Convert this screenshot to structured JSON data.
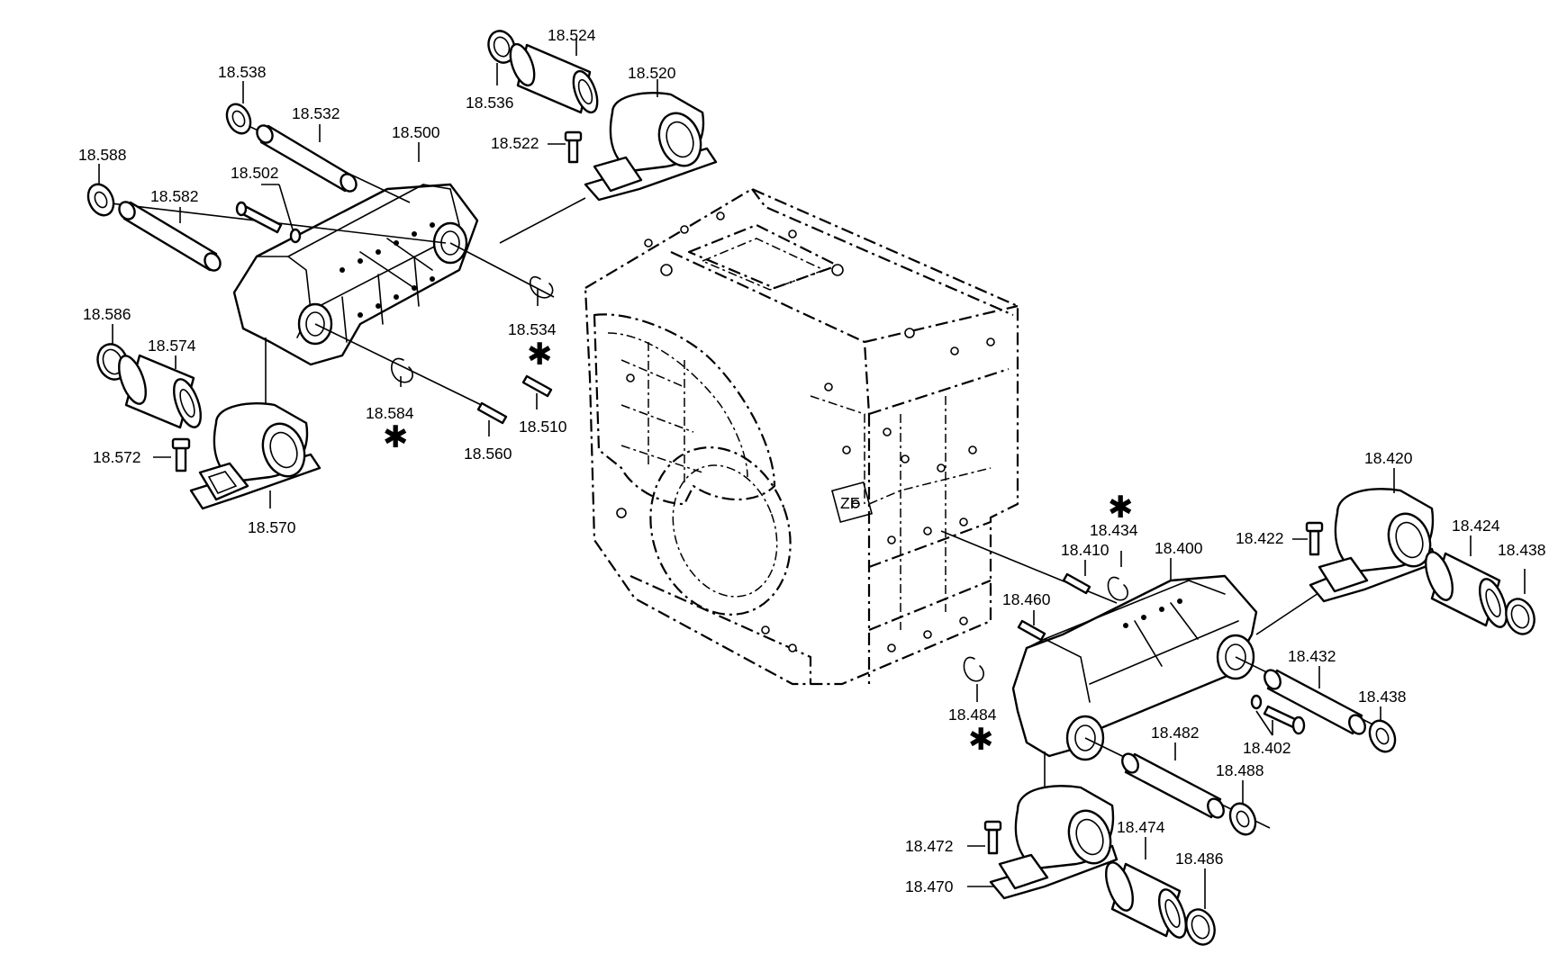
{
  "callouts": {
    "p18524": "18.524",
    "p18520": "18.520",
    "p18536": "18.536",
    "p18522": "18.522",
    "p18538": "18.538",
    "p18532": "18.532",
    "p18500": "18.500",
    "p18588": "18.588",
    "p18502": "18.502",
    "p18582": "18.582",
    "p18534": "18.534",
    "p18586": "18.586",
    "p18574": "18.574",
    "p18584": "18.584",
    "p18510": "18.510",
    "p18572": "18.572",
    "p18560": "18.560",
    "p18570": "18.570",
    "p18420": "18.420",
    "p18434": "18.434",
    "p18424": "18.424",
    "p18422": "18.422",
    "p18410": "18.410",
    "p18400": "18.400",
    "p18438a": "18.438",
    "p18460": "18.460",
    "p18432": "18.432",
    "p18438b": "18.438",
    "p18484": "18.484",
    "p18482": "18.482",
    "p18402": "18.402",
    "p18488": "18.488",
    "p18474": "18.474",
    "p18472": "18.472",
    "p18486": "18.486",
    "p18470": "18.470"
  },
  "markers": {
    "asterisk": "✱"
  },
  "colors": {
    "line": "#000000",
    "background": "#ffffff"
  }
}
